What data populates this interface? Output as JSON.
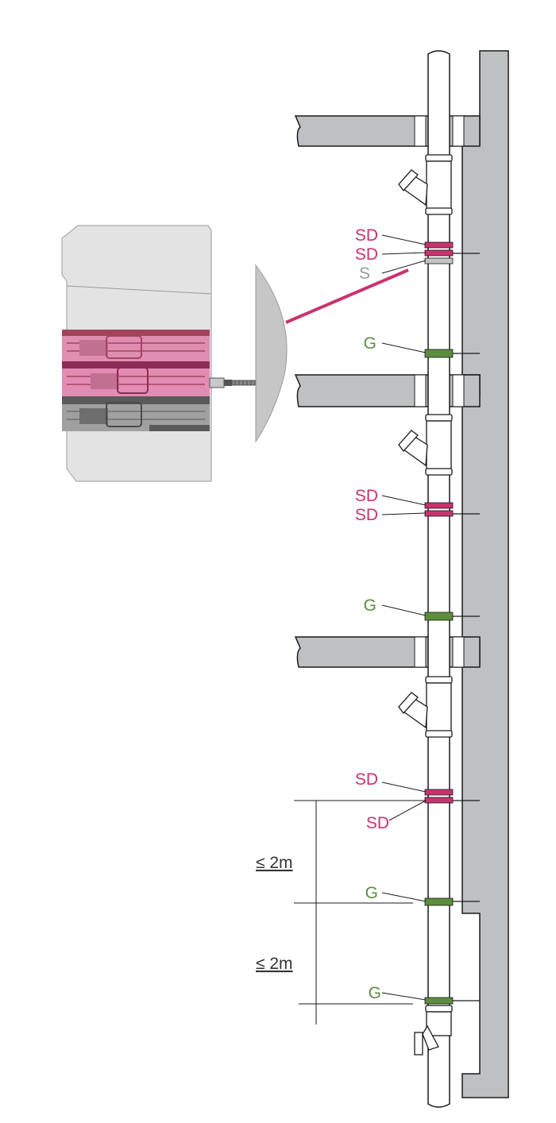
{
  "colors": {
    "sd": "#c8336f",
    "s": "#9a9a9a",
    "g": "#5e8d3e",
    "wall": "#bfc0c2",
    "outline": "#1a1a1a",
    "detail_bg": "#e3e3e3",
    "dim_text": "#333333"
  },
  "labels": {
    "sd": "SD",
    "s": "S",
    "g": "G"
  },
  "dimensions": {
    "spacing_1": "≤ 2m",
    "spacing_2": "≤ 2m"
  }
}
